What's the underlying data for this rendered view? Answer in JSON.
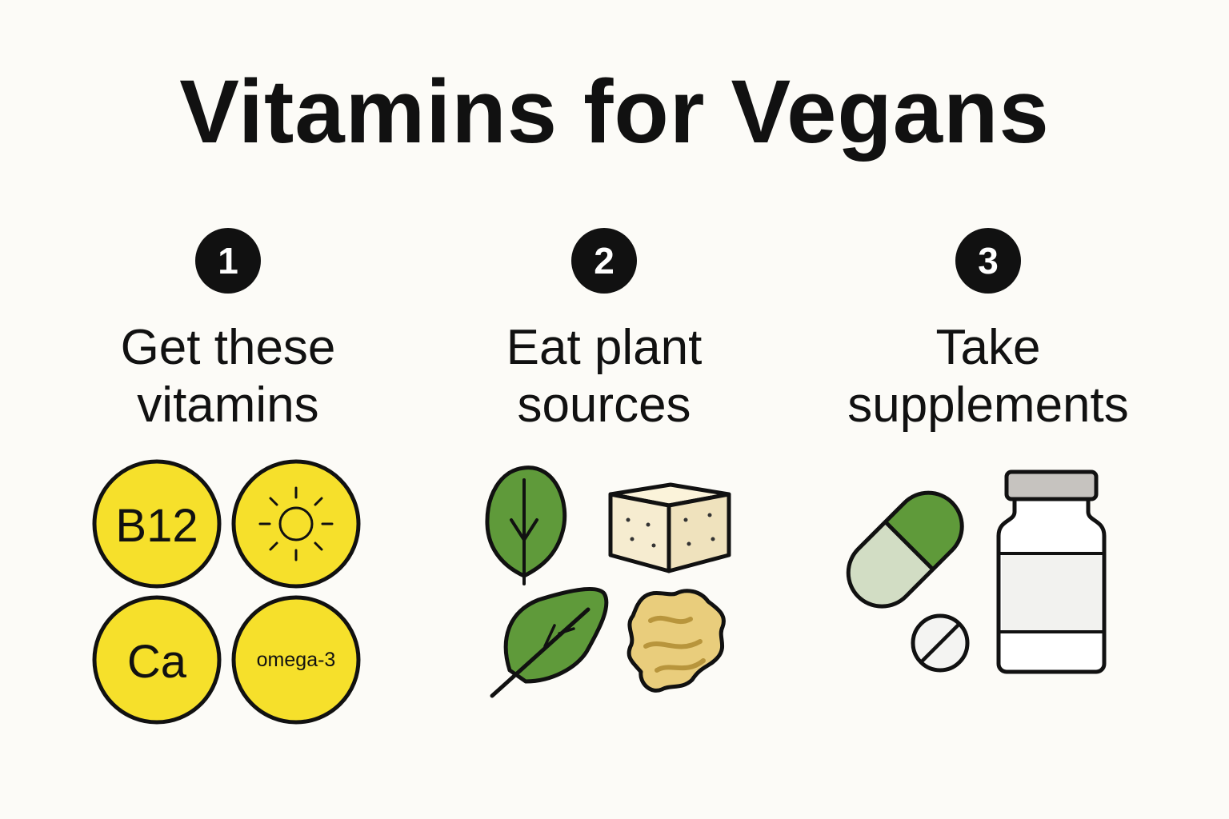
{
  "title": "Vitamins for Vegans",
  "steps": [
    {
      "number": "1",
      "line1": "Get these",
      "line2": "vitamins"
    },
    {
      "number": "2",
      "line1": "Eat plant",
      "line2": "sources"
    },
    {
      "number": "3",
      "line1": "Take",
      "line2": "supplements"
    }
  ],
  "vitamins": [
    {
      "label": "B12"
    },
    {
      "label": "",
      "icon": "sun-icon"
    },
    {
      "label": "Ca"
    },
    {
      "label": "omega-3"
    }
  ],
  "plant_sources": [
    {
      "icon": "leaf-icon"
    },
    {
      "icon": "tofu-icon"
    },
    {
      "icon": "spinach-leaf-icon"
    },
    {
      "icon": "walnut-icon"
    }
  ],
  "supplements": [
    {
      "icon": "capsule-icon"
    },
    {
      "icon": "tablet-icon"
    },
    {
      "icon": "supplement-bottle-icon"
    }
  ],
  "colors": {
    "background": "#fcfbf7",
    "badge": "#111111",
    "vitamin_yellow": "#f6e02b",
    "leaf_green": "#5f9a3a",
    "capsule_light": "#d2ddc4",
    "tofu": "#f6ecd0",
    "walnut": "#e9cd7c",
    "bottle_cap": "#c6c3bf"
  }
}
